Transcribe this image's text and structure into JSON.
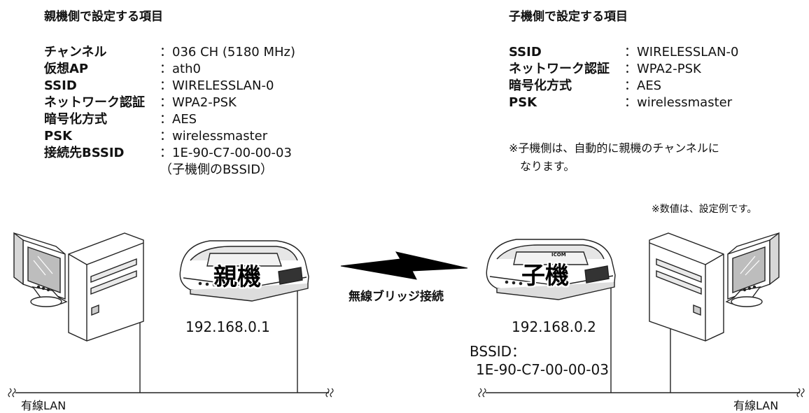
{
  "parent": {
    "heading": "親機側で設定する項目",
    "rows": [
      {
        "label": "チャンネル",
        "value": "：036 CH (5180 MHz)"
      },
      {
        "label": "仮想AP",
        "value": "：ath0"
      },
      {
        "label": "SSID",
        "value": "：WIRELESSLAN-0"
      },
      {
        "label": "ネットワーク認証",
        "value": "：WPA2-PSK"
      },
      {
        "label": "暗号化方式",
        "value": "：AES"
      },
      {
        "label": "PSK",
        "value": "：wirelessmaster"
      },
      {
        "label": "接続先BSSID",
        "value": "：1E-90-C7-00-00-03"
      }
    ],
    "bssid_note": "（子機側のBSSID）"
  },
  "child": {
    "heading": "子機側で設定する項目",
    "rows": [
      {
        "label": "SSID",
        "value": "：WIRELESSLAN-0"
      },
      {
        "label": "ネットワーク認証",
        "value": "：WPA2-PSK"
      },
      {
        "label": "暗号化方式",
        "value": "：AES"
      },
      {
        "label": "PSK",
        "value": "：wirelessmaster"
      }
    ],
    "note_line1": "※子機側は、自動的に親機のチャンネルに",
    "note_line2": "なります。"
  },
  "example_note": "※数値は、設定例です。",
  "diagram": {
    "parent_label": "親機",
    "child_label": "子機",
    "parent_ip": "192.168.0.1",
    "child_ip": "192.168.0.2",
    "bssid_label": "BSSID：",
    "bssid_value": "1E-90-C7-00-00-03",
    "bridge_label": "無線ブリッジ接続",
    "lan_left": "有線LAN",
    "lan_right": "有線LAN",
    "device_brand": "ICOM"
  }
}
